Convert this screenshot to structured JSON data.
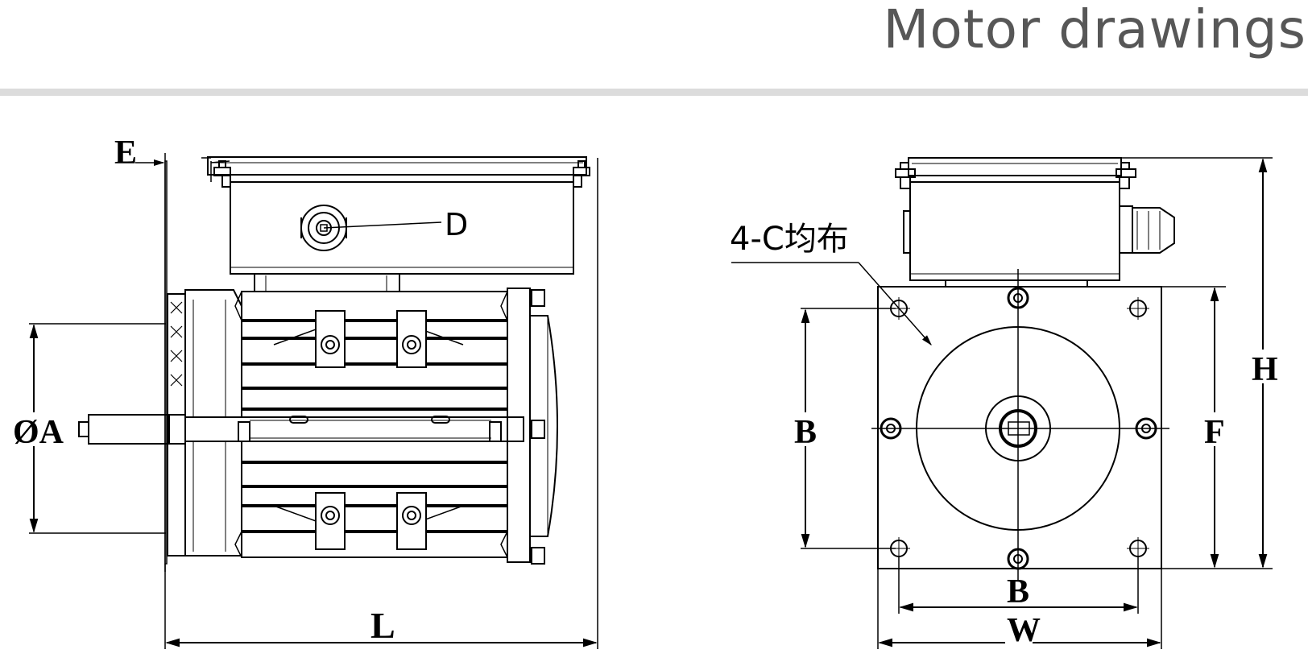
{
  "title": "Motor drawings",
  "colors": {
    "title": "#575757",
    "rule": "#dcdcdc",
    "line": "#000000"
  },
  "side_view": {
    "labels": {
      "E": "E",
      "D": "D",
      "A": "ØA",
      "L": "L"
    }
  },
  "front_view": {
    "labels": {
      "C": "4-C均布",
      "B_vertical": "B",
      "B_horizontal": "B",
      "W": "W",
      "F": "F",
      "H": "H"
    }
  }
}
